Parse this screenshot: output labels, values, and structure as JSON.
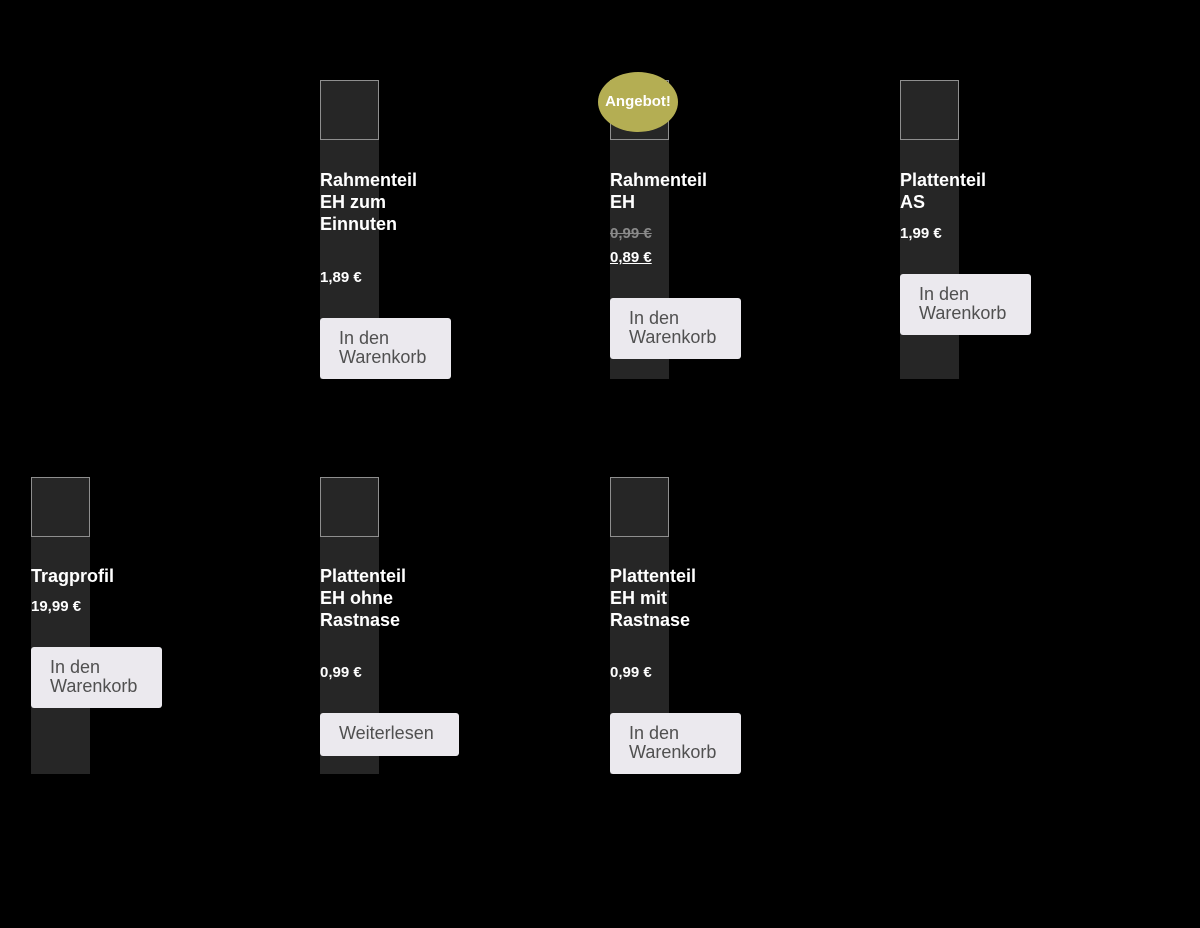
{
  "products": [
    {
      "title": "Rahmenteil EH zum Einnuten",
      "price": "1,89 €",
      "button": "In den Warenkorb"
    },
    {
      "badge": "Angebot!",
      "title": "Rahmenteil EH",
      "old_price": "0,99 €",
      "price": "0,89 €",
      "button": "In den Warenkorb"
    },
    {
      "title": "Plattenteil AS",
      "price": "1,99 €",
      "button": "In den Warenkorb"
    },
    {
      "title": "Tragprofil",
      "price": "19,99 €",
      "button": "In den Warenkorb"
    },
    {
      "title": "Plattenteil EH ohne Rastnase",
      "price": "0,99 €",
      "button": "Weiterlesen"
    },
    {
      "title": "Plattenteil EH mit Rastnase",
      "price": "0,99 €",
      "button": "In den Warenkorb"
    }
  ],
  "colors": {
    "background": "#000000",
    "card": "#262626",
    "button_bg": "#ebe9ee",
    "button_text": "#505050",
    "badge": "#b4ae53"
  }
}
